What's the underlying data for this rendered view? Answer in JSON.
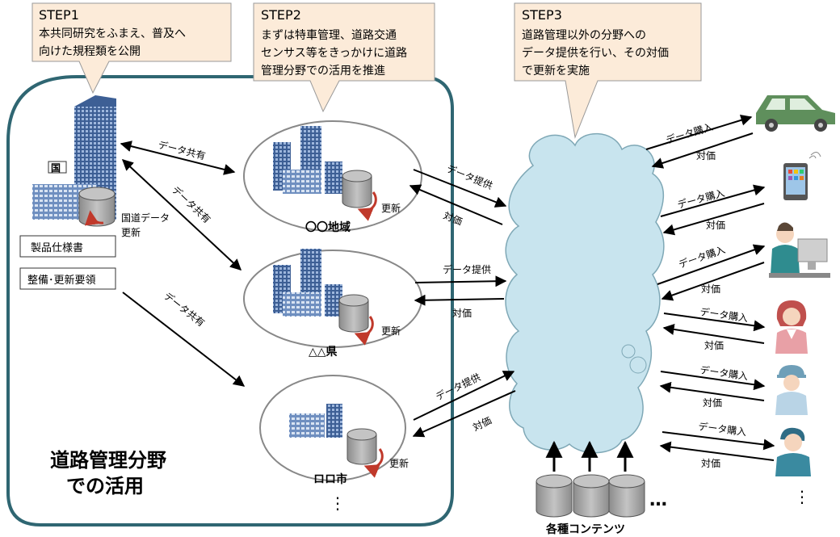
{
  "steps": [
    {
      "title": "STEP1",
      "lines": [
        "本共同研究をふまえ、普及へ",
        "向けた規程類を公開"
      ]
    },
    {
      "title": "STEP2",
      "lines": [
        "まずは特車管理、道路交通",
        "センサス等をきっかけに道路",
        "管理分野での活用を推進"
      ]
    },
    {
      "title": "STEP3",
      "lines": [
        "道路管理以外の分野への",
        "データ提供を行い、その対価",
        "で更新を実施"
      ]
    }
  ],
  "region": {
    "title_lines": [
      "道路管理分野",
      "での活用"
    ]
  },
  "national": {
    "kuni_mark": "国",
    "db_label_lines": [
      "国道データ",
      "更新"
    ],
    "doc1": "製品仕様書",
    "doc2": "整備･更新要領"
  },
  "locals": [
    {
      "label": "〇〇地域",
      "update": "更新"
    },
    {
      "label": "△△県",
      "update": "更新"
    },
    {
      "label": "ロロ市",
      "update": "更新"
    }
  ],
  "share_labels": [
    "データ共有",
    "データ共有",
    "データ共有"
  ],
  "provide_label": "データ提供",
  "price_label": "対価",
  "purchase_label": "データ購入",
  "ellipsis_vertical": "⋮",
  "ellipsis_horizontal": "…",
  "contents_label": "各種コンテンツ",
  "icons": [
    "building-icon",
    "database-icon",
    "cloud-icon",
    "car-icon",
    "smartphone-icon",
    "pc-user-icon",
    "woman-icon",
    "worker-icon",
    "man-icon"
  ],
  "colors": {
    "callout_fill": "#fcebd9",
    "region_stroke": "#2f6672",
    "cloud_fill": "#c8e4ee",
    "cylinder": "#a6a6a6",
    "car": "#5f8f5c",
    "update_arrow": "#c0392b"
  }
}
